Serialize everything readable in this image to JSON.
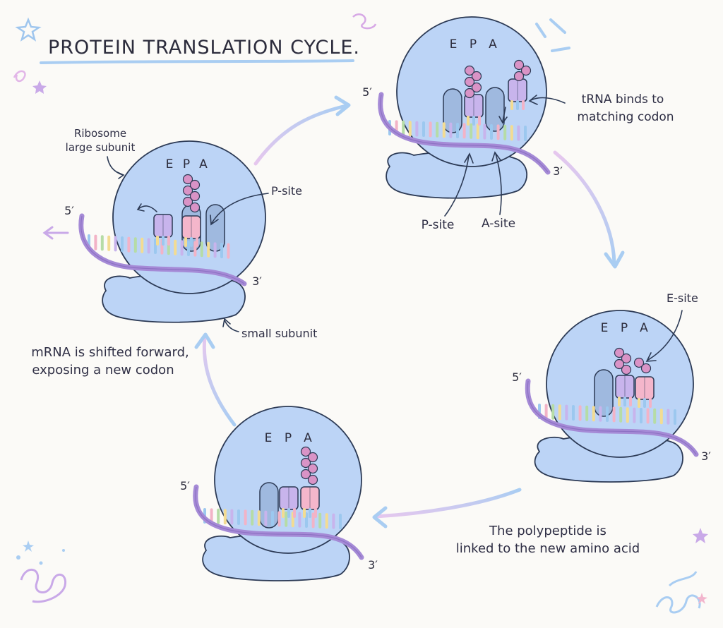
{
  "title": "PROTEIN TRANSLATION CYCLE.",
  "site_letters": [
    "E",
    "P",
    "A"
  ],
  "end_labels": {
    "five_prime": "5′",
    "three_prime": "3′"
  },
  "stages": {
    "left": {
      "large_subunit_label": [
        "Ribosome",
        "large subunit"
      ],
      "p_site_label": "P-site",
      "small_subunit_label": "small subunit"
    },
    "top": {
      "tRNA_label": [
        "tRNA binds to",
        "matching codon"
      ],
      "p_site_label": "P-site",
      "a_site_label": "A-site"
    },
    "right": {
      "e_site_label": "E-site"
    }
  },
  "captions": {
    "mrna_shift": [
      "mRNA is shifted forward,",
      "exposing a new codon"
    ],
    "polypeptide": [
      "The polypeptide is",
      "linked to the new amino acid"
    ]
  },
  "colors": {
    "ribosome": "#bcd4f6",
    "outline": "#2c3a55",
    "mrna": "#a58ad6",
    "trna_purple": "#c8b4ec",
    "trna_pink": "#f4b6cb",
    "peptide": "#d993c6",
    "arrow": "#b8d2f2"
  }
}
